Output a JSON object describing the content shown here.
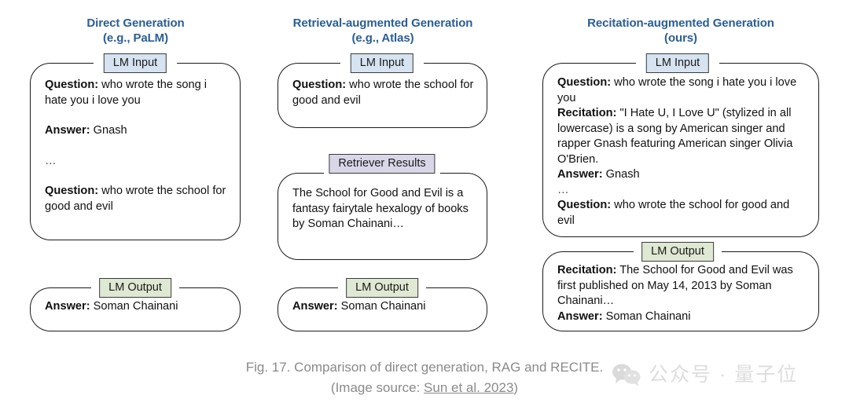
{
  "figure": {
    "caption_line1": "Fig. 17. Comparison of direct generation, RAG and RECITE.",
    "caption_line2_prefix": "(Image source: ",
    "caption_source": "Sun et al. 2023",
    "caption_line2_suffix": ")"
  },
  "watermark": {
    "icon": "wechat-icon",
    "text": "公众号 · 量子位"
  },
  "colors": {
    "title_blue": "#2a5e96",
    "tag_blue": "#d6e3f0",
    "tag_green": "#dfe8d2",
    "tag_purple": "#d9d6e8",
    "outline": "#1b1b1b",
    "caption_gray": "#8a8a8a"
  },
  "columns": [
    {
      "id": "direct-generation",
      "title_line1": "Direct Generation",
      "title_line2": "(e.g., PaLM)",
      "panels": [
        {
          "id": "lm-input",
          "tag": "LM Input",
          "tag_color": "blue",
          "lines": [
            {
              "label": "Question:",
              "text": " who wrote the song i hate you i love you"
            },
            {
              "label": "Answer:",
              "text": " Gnash",
              "gap": true
            },
            {
              "label": "",
              "text": "…",
              "gap": true,
              "ellipsis": true
            },
            {
              "label": "Question:",
              "text": " who wrote the school for good and evil",
              "gap": true
            }
          ]
        },
        {
          "id": "lm-output",
          "tag": "LM Output",
          "tag_color": "green",
          "lines": [
            {
              "label": "Answer:",
              "text": " Soman Chainani"
            }
          ]
        }
      ]
    },
    {
      "id": "retrieval-augmented-generation",
      "title_line1": "Retrieval-augmented Generation",
      "title_line2": "(e.g., Atlas)",
      "panels": [
        {
          "id": "lm-input",
          "tag": "LM Input",
          "tag_color": "blue",
          "lines": [
            {
              "label": "Question:",
              "text": " who wrote the school for good and evil"
            }
          ]
        },
        {
          "id": "retriever-results",
          "tag": "Retriever Results",
          "tag_color": "purple",
          "lines": [
            {
              "label": "",
              "text": "The School for Good and Evil is a fantasy fairytale hexalogy of books by Soman Chainani…"
            }
          ]
        },
        {
          "id": "lm-output",
          "tag": "LM Output",
          "tag_color": "green",
          "lines": [
            {
              "label": "Answer:",
              "text": " Soman Chainani"
            }
          ]
        }
      ]
    },
    {
      "id": "recitation-augmented-generation",
      "title_line1": "Recitation-augmented Generation",
      "title_line2": "(ours)",
      "panels": [
        {
          "id": "lm-input",
          "tag": "LM Input",
          "tag_color": "blue",
          "lines": [
            {
              "label": "Question:",
              "text": " who wrote the song i hate you i love you"
            },
            {
              "label": "Recitation:",
              "text": " \"I Hate U, I Love U\" (stylized in all lowercase) is a song by American singer and rapper Gnash featuring American singer Olivia O'Brien."
            },
            {
              "label": "Answer:",
              "text": " Gnash"
            },
            {
              "label": "",
              "text": "…",
              "ellipsis": true
            },
            {
              "label": "Question:",
              "text": " who wrote the school for good and evil"
            }
          ]
        },
        {
          "id": "lm-output",
          "tag": "LM Output",
          "tag_color": "green",
          "lines": [
            {
              "label": "Recitation:",
              "text": " The School for Good and Evil was first published on May 14, 2013 by Soman Chainani…"
            },
            {
              "label": "Answer:",
              "text": " Soman Chainani"
            }
          ]
        }
      ]
    }
  ]
}
